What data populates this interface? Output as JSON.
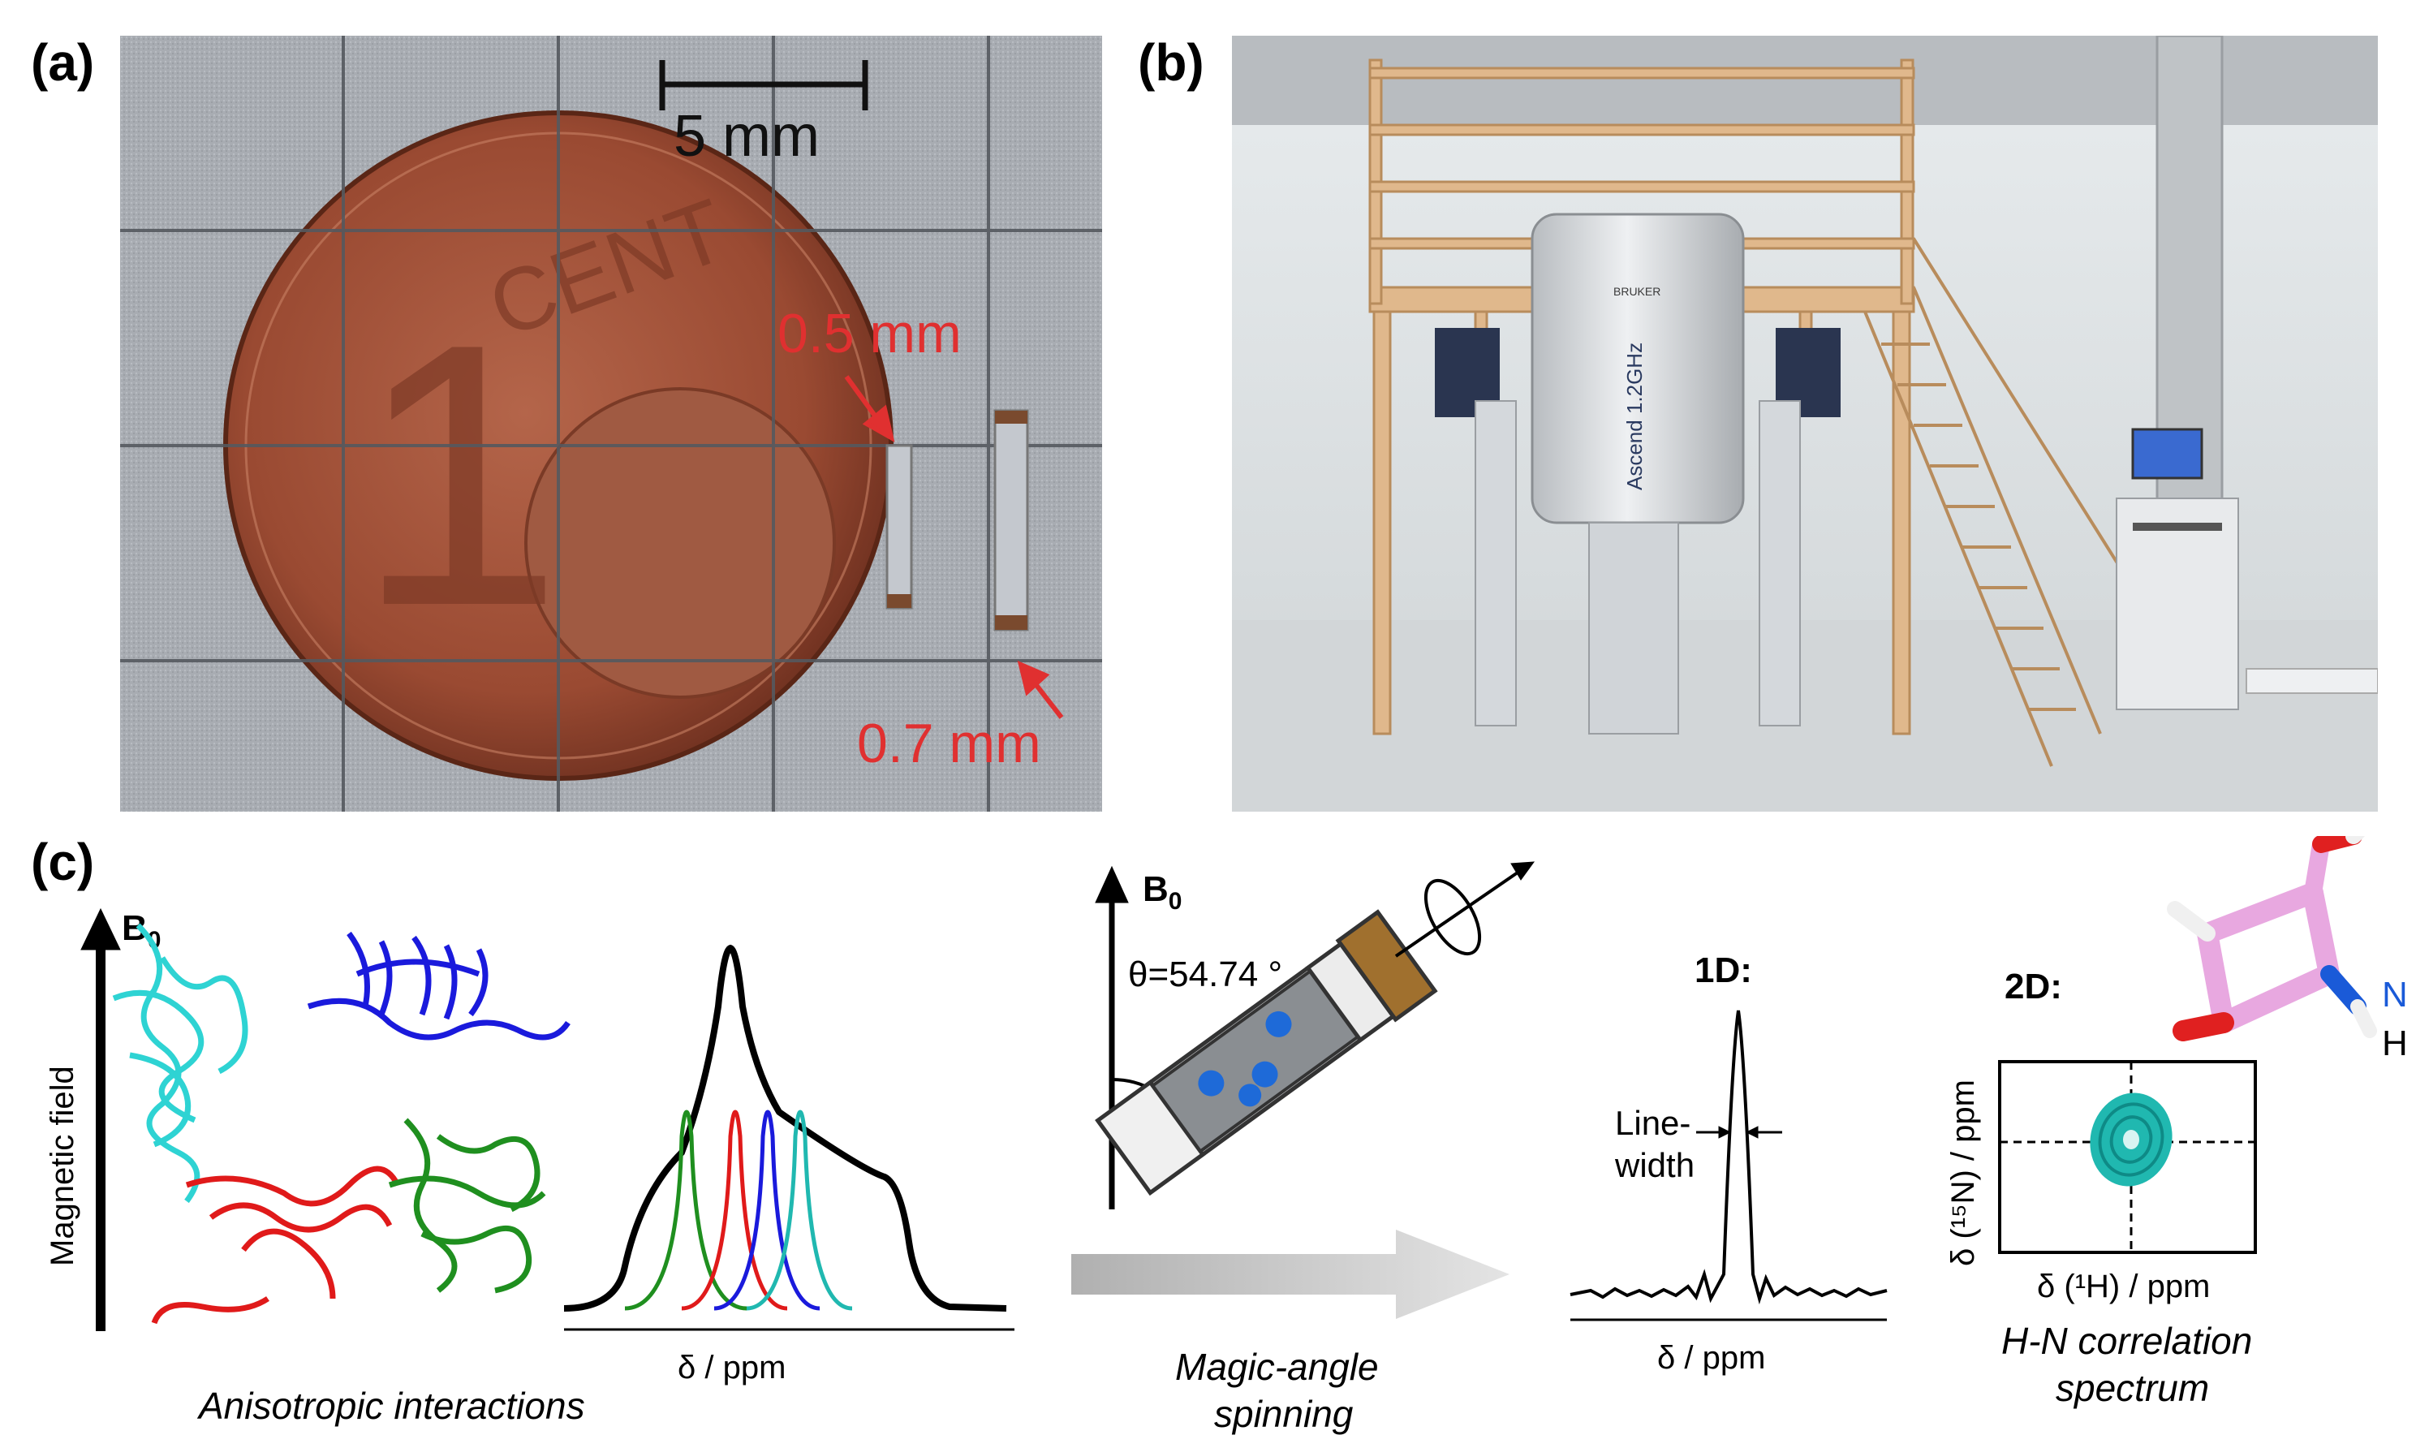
{
  "panel_a": {
    "label": "(a)",
    "scale_bar": "5 mm",
    "rotor_small": "0.5 mm",
    "rotor_large": "0.7 mm",
    "coin_text": "CENT",
    "coin_value": "1"
  },
  "panel_b": {
    "label": "(b)",
    "magnet_brand": "BRUKER",
    "magnet_model": "Ascend 1.2GHz"
  },
  "panel_c": {
    "label": "(c)",
    "b0": "B",
    "b0_sub": "0",
    "magnetic_field": "Magnetic field",
    "static_xlabel": "δ / ppm",
    "anisotropic_caption": "Anisotropic interactions",
    "mas_b0": "B",
    "mas_b0_sub": "0",
    "theta": "θ=54.74 °",
    "mas_caption_1": "Magic-angle",
    "mas_caption_2": "spinning",
    "oned_title": "1D:",
    "linewidth_1": "Line-",
    "linewidth_2": "width",
    "oned_xlabel": "δ  / ppm",
    "twod_title": "2D:",
    "twod_xlabel": "δ (¹H) / ppm",
    "twod_ylabel": "δ (¹⁵N) / ppm",
    "hn_caption_1": "H-N correlation",
    "hn_caption_2": "spectrum",
    "atom_n": "N",
    "atom_h": "H"
  },
  "colors": {
    "cyan": "#2ed3d3",
    "blue": "#1a1adc",
    "red": "#e01a1a",
    "green": "#1f8f1f",
    "annotation_red": "#e03030",
    "teal": "#20b8b0",
    "pink": "#e8a8e0"
  }
}
